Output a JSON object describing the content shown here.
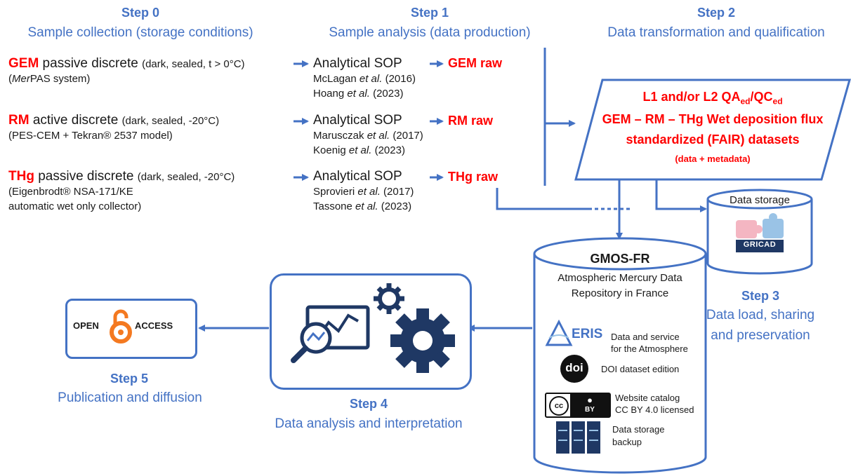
{
  "colors": {
    "accent": "#4472c4",
    "highlight": "#ff0000",
    "text": "#1a1a1a",
    "oa_orange": "#f47920",
    "storage_dark": "#1f3864"
  },
  "steps": {
    "s0": {
      "title": "Step 0",
      "subtitle": "Sample collection (storage conditions)"
    },
    "s1": {
      "title": "Step 1",
      "subtitle": "Sample analysis (data production)"
    },
    "s2": {
      "title": "Step 2",
      "subtitle": "Data transformation and qualification"
    },
    "s3": {
      "title": "Step 3",
      "line1": "Data load, sharing",
      "line2": "and preservation"
    },
    "s4": {
      "title": "Step 4",
      "subtitle": "Data analysis and interpretation"
    },
    "s5": {
      "title": "Step 5",
      "subtitle": "Publication and diffusion"
    }
  },
  "samples": [
    {
      "species": "GEM",
      "method": " passive discrete ",
      "conditions": "(dark, sealed, t > 0°C)",
      "details": [
        "(MerPAS system)"
      ],
      "sop": "Analytical SOP",
      "refs": [
        [
          "McLagan ",
          "et al.",
          " (2016)"
        ],
        [
          "Hoang ",
          "et al.",
          " (2023)"
        ]
      ],
      "raw": "GEM raw"
    },
    {
      "species": "RM",
      "method": " active discrete ",
      "conditions": "(dark, sealed, -20°C)",
      "details": [
        "(PES-CEM + Tekran® 2537 model)"
      ],
      "sop": "Analytical SOP",
      "refs": [
        [
          "Marusczak ",
          "et al.",
          " (2017)"
        ],
        [
          "Koenig ",
          "et al.",
          " (2023)"
        ]
      ],
      "raw": "RM raw"
    },
    {
      "species": "THg",
      "method": " passive discrete ",
      "conditions": "(dark, sealed, -20°C)",
      "details": [
        "(Eigenbrodt® NSA-171/KE",
        "automatic wet only collector)"
      ],
      "sop": "Analytical SOP",
      "refs": [
        [
          "Sprovieri ",
          "et al.",
          " (2017)"
        ],
        [
          "Tassone ",
          "et al.",
          " (2023)"
        ]
      ],
      "raw": "THg raw"
    }
  ],
  "dataset": {
    "line1_prefix": "L1 and/or L2 QA",
    "line1_sub1": "ed",
    "line1_mid": "/QC",
    "line1_sub2": "ed",
    "line2": "GEM – RM – THg Wet deposition flux",
    "line3": "standardized (FAIR) datasets",
    "line4": "(data + metadata)"
  },
  "storage": {
    "label": "Data storage",
    "logo_text": "GRICAD"
  },
  "repository": {
    "title": "GMOS-FR",
    "desc1": "Atmospheric Mercury Data",
    "desc2": "Repository in France",
    "aeris_logo": "ERIS",
    "aeris_line1": "Data and service",
    "aeris_line2": "for the Atmosphere",
    "doi_logo": "doi",
    "doi_text": "DOI dataset edition",
    "cc_line1": "Website catalog",
    "cc_line2": "CC BY 4.0 licensed",
    "cc_logo": "cc",
    "cc_by": "BY",
    "backup_line1": "Data storage",
    "backup_line2": "backup"
  },
  "open_access": {
    "left": "OPEN",
    "right": "ACCESS"
  },
  "icons": [
    "arrow-right-icon",
    "analytics-icon",
    "gear-icon",
    "open-access-lock-icon",
    "cylinder-icon",
    "puzzle-icon",
    "server-icon",
    "doi-icon",
    "cc-icon",
    "aeris-icon"
  ]
}
